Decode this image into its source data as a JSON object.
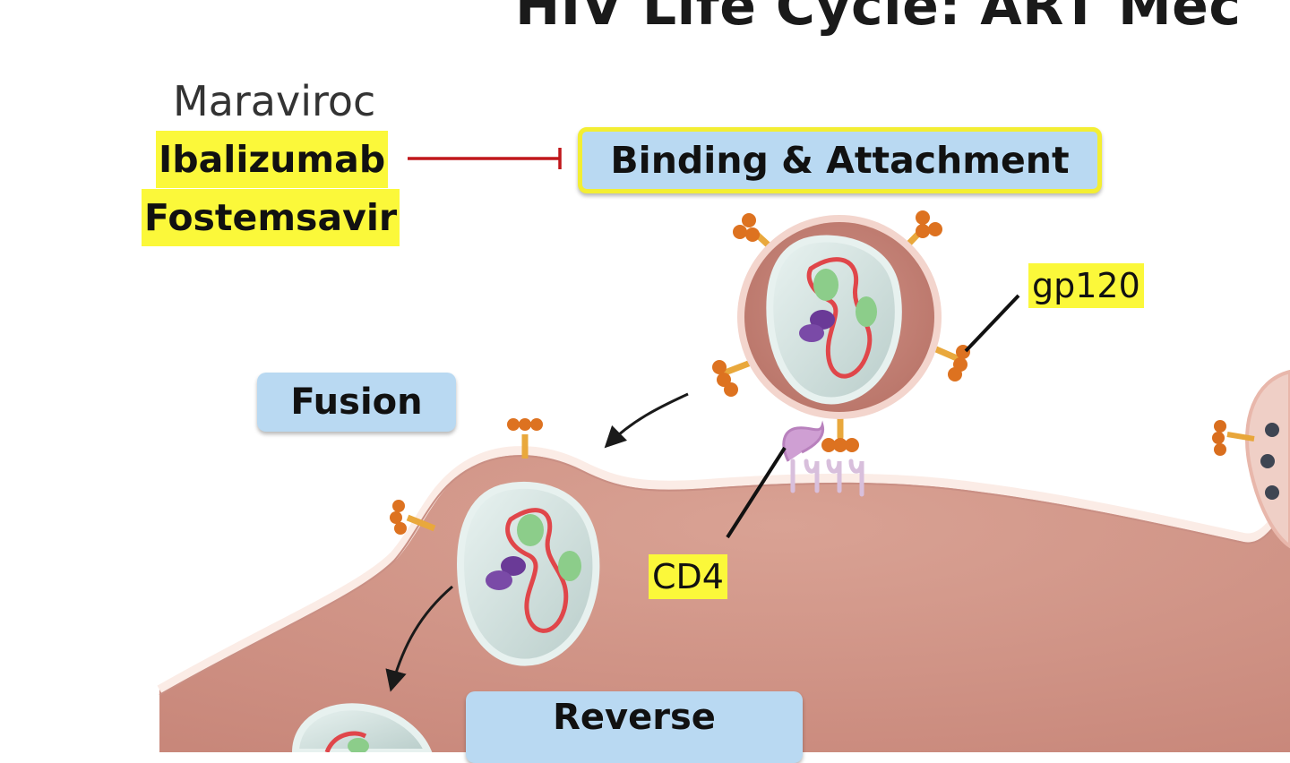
{
  "title": "HIV Life Cycle: ART Mec",
  "inhibitors": {
    "plain": "Maraviroc",
    "highlighted": [
      "Ibalizumab",
      "Fostemsavir"
    ]
  },
  "steps": {
    "binding": "Binding & Attachment",
    "fusion": "Fusion",
    "reverse": "Reverse"
  },
  "labels": {
    "gp120": "gp120",
    "cd4": "CD4"
  },
  "colors": {
    "cell_fill": "#d79e92",
    "membrane": "#fbece6",
    "step_box": "#b9d9f2",
    "highlight": "#fbf83a",
    "inhibition_line": "#c0171b",
    "glycoprotein_knob": "#e07a25",
    "rna": "#e0464a",
    "enzyme_green": "#8ccd8a",
    "enzyme_purple": "#6a3a97"
  }
}
